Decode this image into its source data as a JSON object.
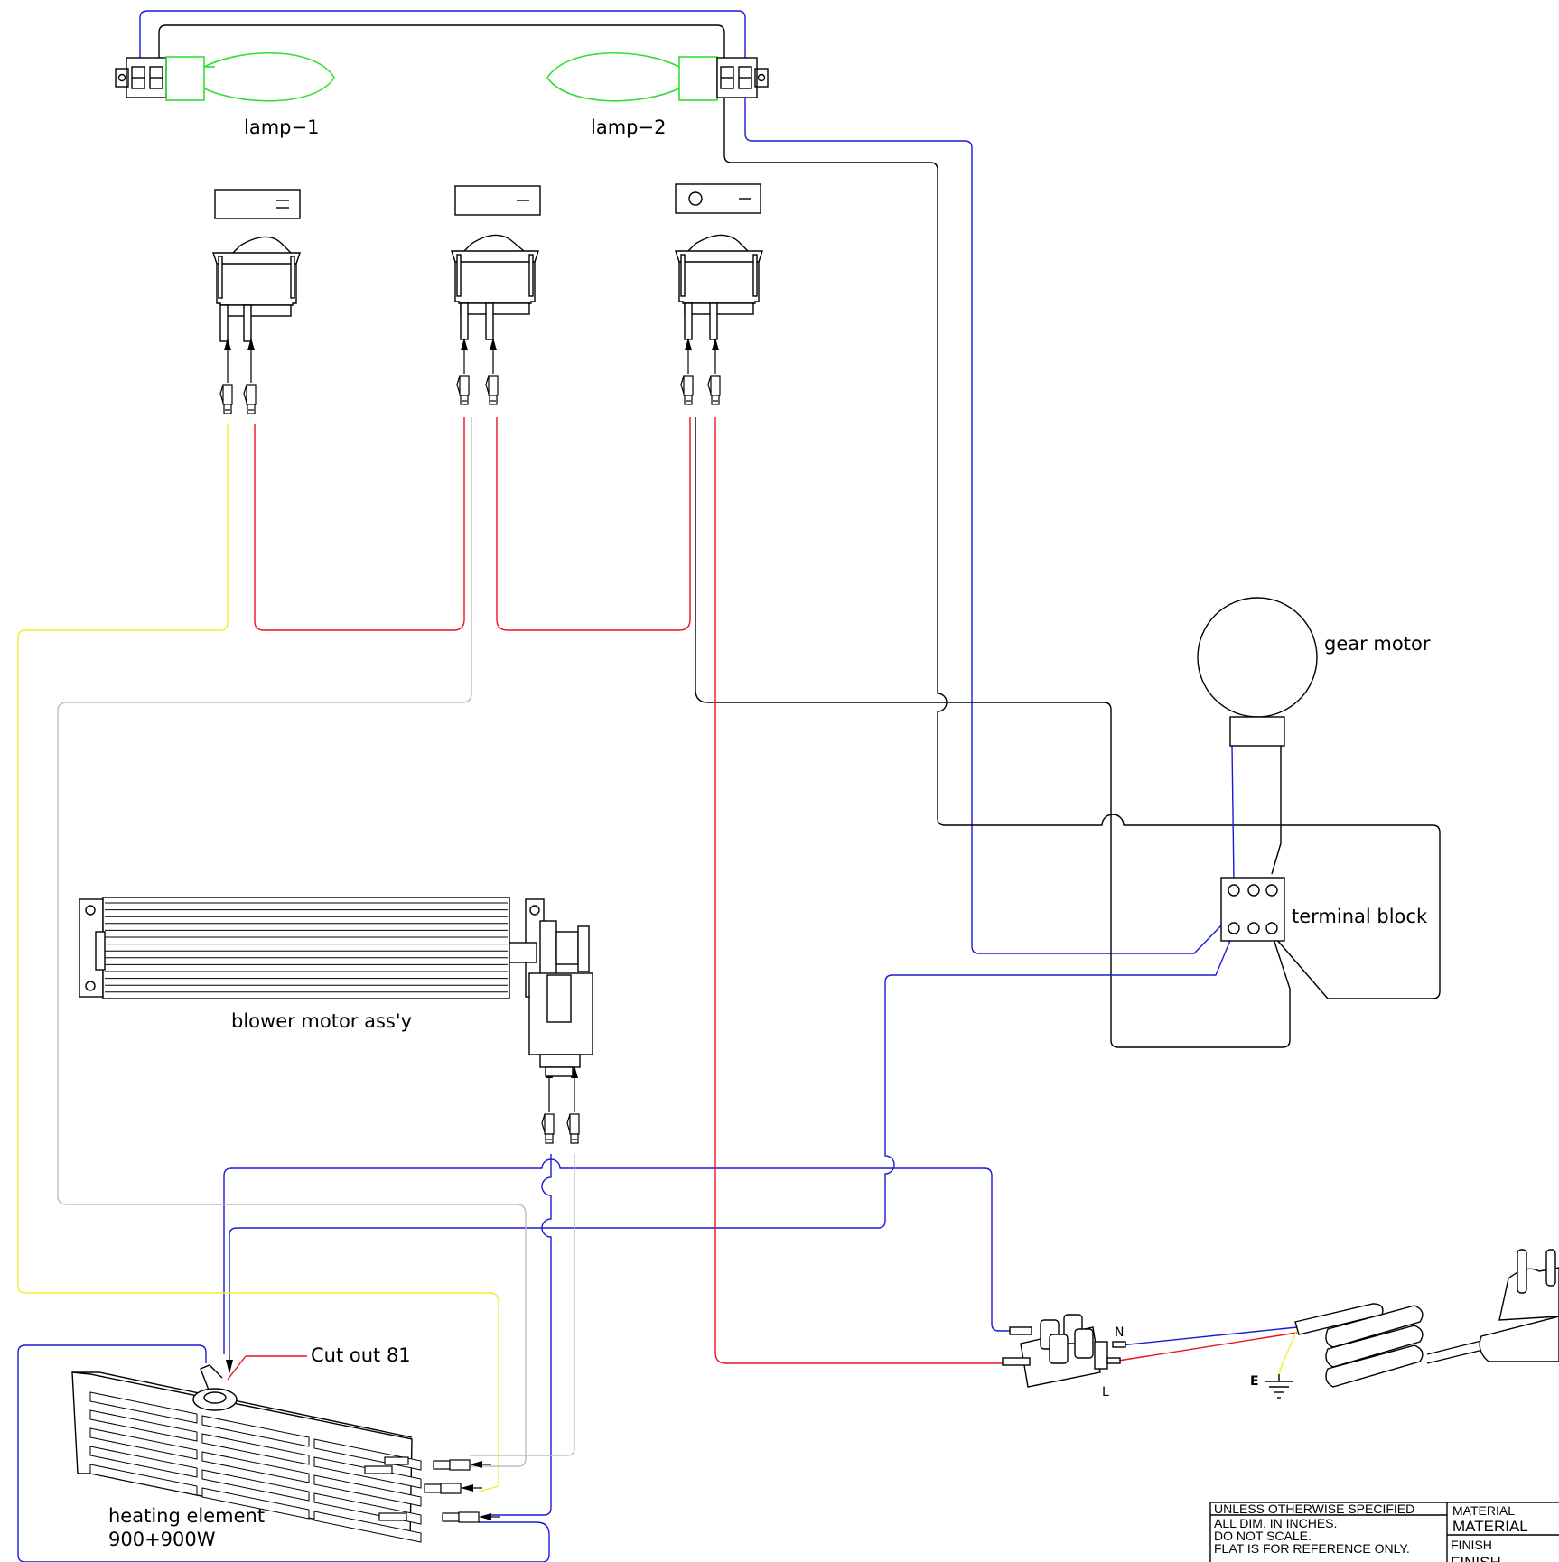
{
  "labels": {
    "lamp1": "lamp−1",
    "lamp2": "lamp−2",
    "gear_motor": "gear motor",
    "terminal_block": "terminal block",
    "blower": "blower motor ass'y",
    "cutout": "Cut out 81",
    "heating_line1": "heating element",
    "heating_line2": "900+900W",
    "neutral": "N",
    "live": "L",
    "earth": "E"
  },
  "title_block": {
    "notes": [
      "UNLESS OTHERWISE SPECIFIED",
      "ALL DIM. IN INCHES.",
      "DO NOT SCALE.",
      "FLAT IS FOR REFERENCE ONLY."
    ],
    "material_caption": "MATERIAL",
    "material_value": "MATERIAL",
    "finish_caption": "FINISH",
    "finish_value": "FINISH"
  },
  "wire_colors": {
    "blue": "#1a1ad6",
    "red": "#e8141e",
    "yellow": "#f2ee2a",
    "grey": "#bdbdbd",
    "black": "#000000",
    "green": "#33dd33"
  }
}
